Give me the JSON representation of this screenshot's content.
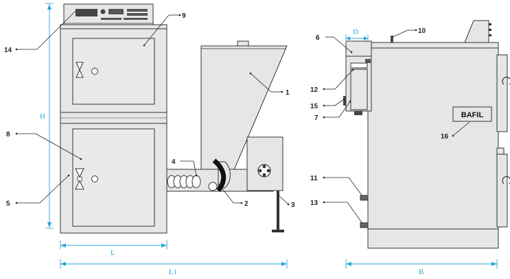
{
  "callouts": {
    "c1": "1",
    "c2": "2",
    "c3": "3",
    "c4": "4",
    "c5": "5",
    "c6": "6",
    "c7": "7",
    "c8": "8",
    "c9": "9",
    "c10": "10",
    "c11": "11",
    "c12": "12",
    "c13": "13",
    "c14": "14",
    "c15": "15",
    "c16": "16"
  },
  "dimensions": {
    "H": "H",
    "L": "L",
    "L1": "L1",
    "D": "D",
    "B": "B"
  },
  "brand_plate": "BAFIL",
  "colors": {
    "dimension": "#2aa6d8",
    "outline": "#333333",
    "body": "#e6e6e6"
  }
}
